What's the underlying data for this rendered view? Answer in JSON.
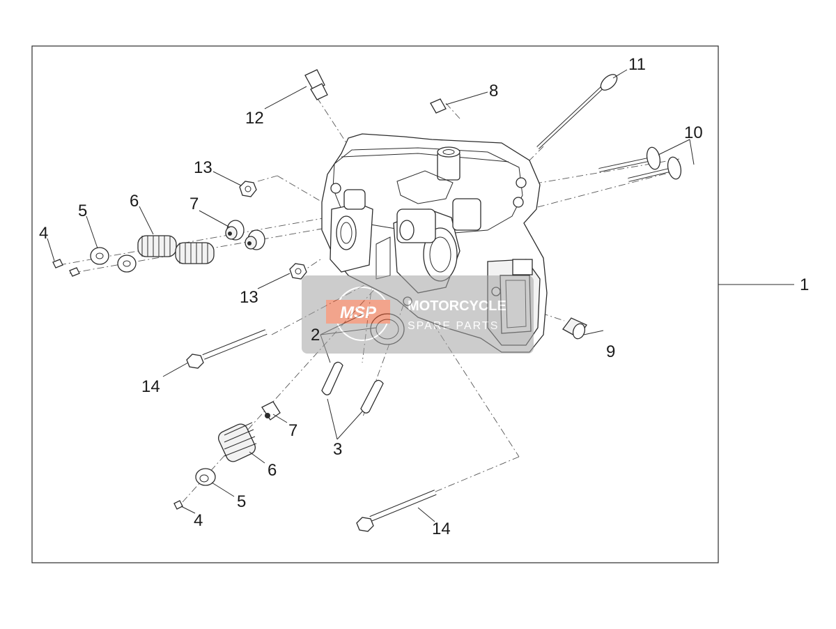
{
  "diagram": {
    "type": "exploded-parts-view",
    "callouts": {
      "c1": "1",
      "c2": "2",
      "c3": "3",
      "c4a": "4",
      "c4b": "4",
      "c5a": "5",
      "c5b": "5",
      "c6a": "6",
      "c6b": "6",
      "c7a": "7",
      "c7b": "7",
      "c8": "8",
      "c9": "9",
      "c10": "10",
      "c11": "11",
      "c12": "12",
      "c13a": "13",
      "c13b": "13",
      "c14a": "14",
      "c14b": "14"
    },
    "watermark": {
      "logo": "MSP",
      "line1": "MOTORCYCLE",
      "line2": "SPARE PARTS"
    }
  }
}
